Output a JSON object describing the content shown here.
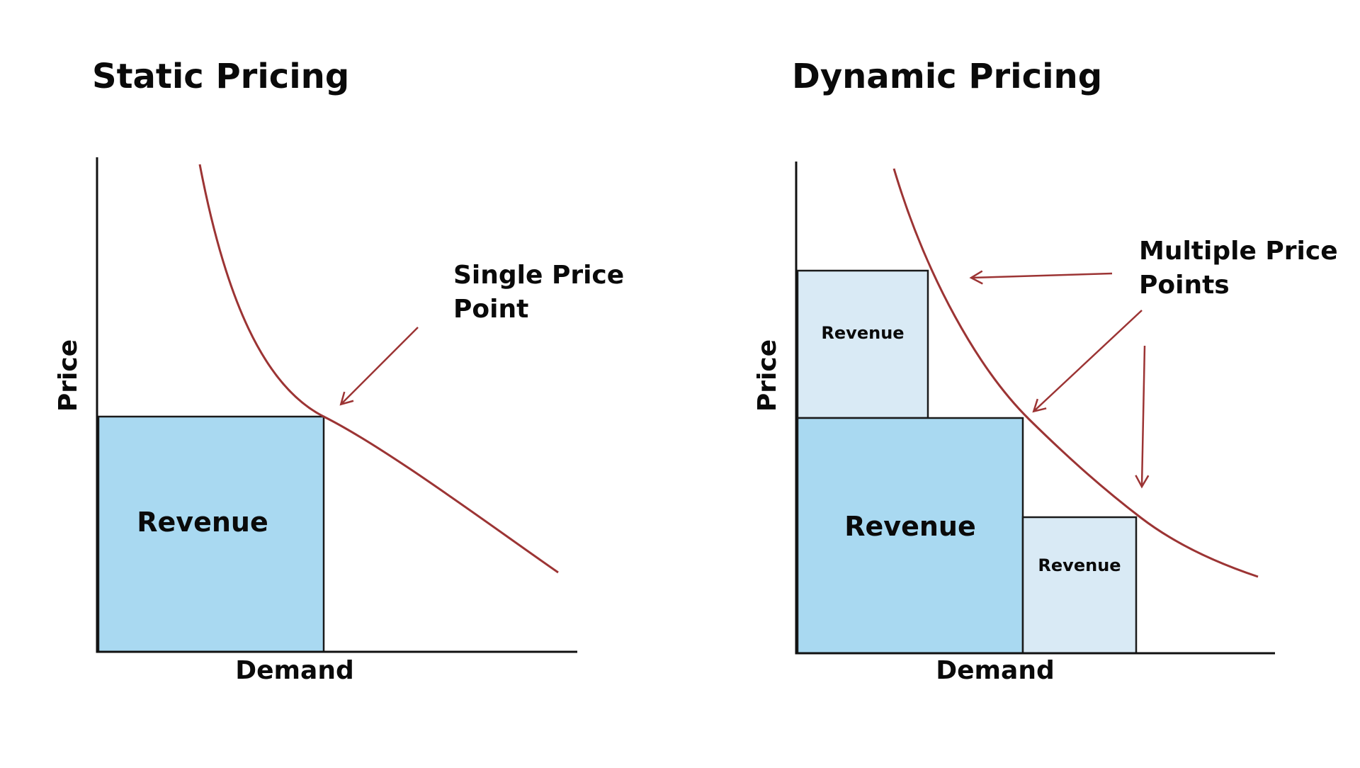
{
  "colors": {
    "curve": "#9c3434",
    "arrow": "#9c3434",
    "revenue_main": "#a9d9f1",
    "revenue_light": "#d9eaf5",
    "axis": "#111111"
  },
  "left_chart": {
    "title": "Static Pricing",
    "y_axis_label": "Price",
    "x_axis_label": "Demand",
    "revenue_label": "Revenue",
    "annotation_line1": "Single Price",
    "annotation_line2": "Point"
  },
  "right_chart": {
    "title": "Dynamic Pricing",
    "y_axis_label": "Price",
    "x_axis_label": "Demand",
    "revenue_label_top": "Revenue",
    "revenue_label_main": "Revenue",
    "revenue_label_right": "Revenue",
    "annotation_line1": "Multiple Price",
    "annotation_line2": "Points"
  }
}
